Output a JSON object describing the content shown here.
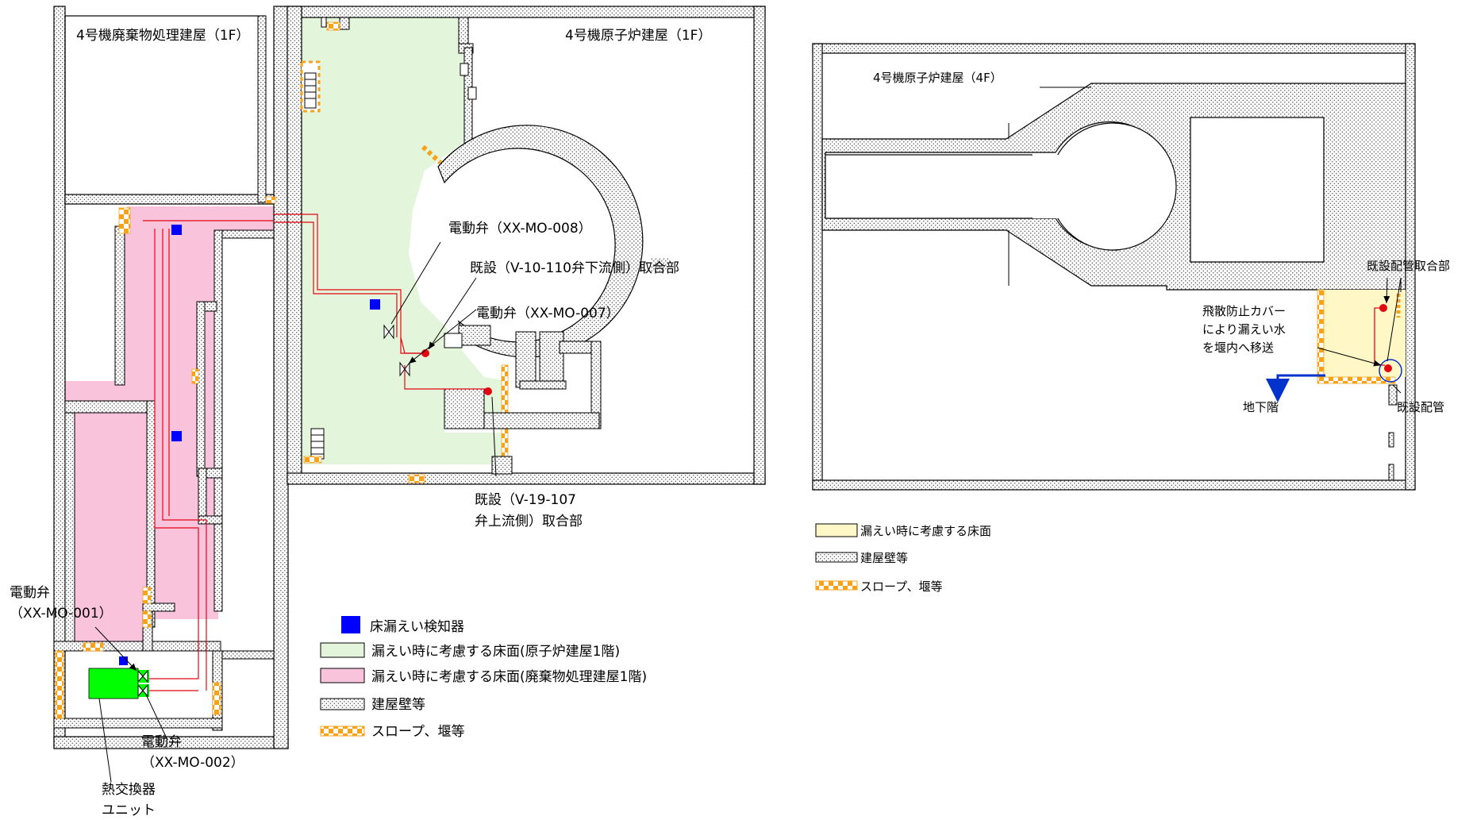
{
  "colors": {
    "wall_fill": "#ffffff",
    "wall_dots": "#444444",
    "slope_orange": "#f7a21b",
    "reactor_floor": "#e3f5da",
    "waste_floor": "#f9c3dc",
    "fourf_floor": "#fff8c6",
    "pipe_red": "#e30613",
    "detector_blue": "#0000ff",
    "hx_green": "#00ff00",
    "arrow_blue": "#0033cc"
  },
  "left_plan": {
    "waste_building_label": "4号機廃棄物処理建屋（1F）",
    "reactor_building_label": "4号機原子炉建屋（1F）",
    "valve_008": "電動弁（XX-MO-008）",
    "existing_v10": "既設（V-10-110弁下流側）取合部",
    "valve_007": "電動弁（XX-MO-007）",
    "existing_v19_line1": "既設（V-19-107",
    "existing_v19_line2": "弁上流側）取合部",
    "valve_001_line1": "電動弁",
    "valve_001_line2": "（XX-MO-001）",
    "valve_002_line1": "電動弁",
    "valve_002_line2": "（XX-MO-002）",
    "hx_line1": "熱交換器",
    "hx_line2": "ユニット"
  },
  "left_legend": [
    {
      "icon": "detector-icon",
      "text": "床漏えい検知器"
    },
    {
      "icon": "reactor-floor-swatch-icon",
      "text": "漏えい時に考慮する床面(原子炉建屋1階)"
    },
    {
      "icon": "waste-floor-swatch-icon",
      "text": "漏えい時に考慮する床面(廃棄物処理建屋1階)"
    },
    {
      "icon": "wall-swatch-icon",
      "text": "建屋壁等"
    },
    {
      "icon": "slope-swatch-icon",
      "text": "スロープ、堰等"
    }
  ],
  "right_plan": {
    "title": "4号機原子炉建屋（4F）",
    "existing_pipe_joint": "既設配管取合部",
    "cover_line1": "飛散防止カバー",
    "cover_line2": "により漏えい水",
    "cover_line3": "を堰内へ移送",
    "basement": "地下階",
    "existing_pipe": "既設配管"
  },
  "right_legend": [
    {
      "icon": "fourf-floor-swatch-icon",
      "text": "漏えい時に考慮する床面"
    },
    {
      "icon": "wall-swatch-icon",
      "text": "建屋壁等"
    },
    {
      "icon": "slope-swatch-icon",
      "text": "スロープ、堰等"
    }
  ]
}
